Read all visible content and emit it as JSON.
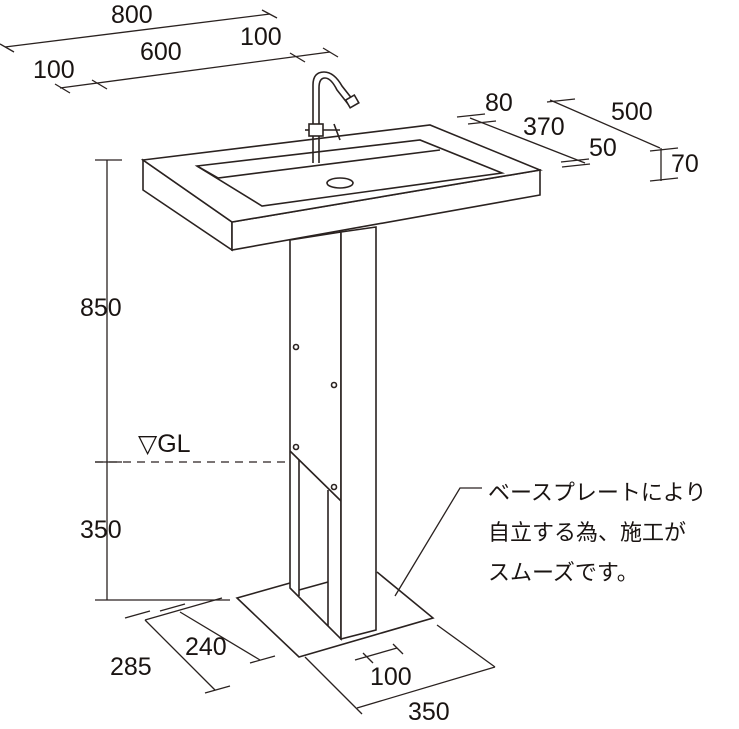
{
  "dimensions": {
    "overall_width": "800",
    "left_margin": "100",
    "basin_width": "600",
    "right_margin": "100",
    "back_rim": "80",
    "basin_depth": "370",
    "front_rim": "50",
    "overall_depth": "500",
    "top_thickness": "70",
    "height_above_gl": "850",
    "ground_label": "▽GL",
    "depth_below_gl": "350",
    "plate_depth": "285",
    "post_depth": "240",
    "post_width": "100",
    "plate_width": "350"
  },
  "note": {
    "lines": [
      "ベースプレートにより",
      "自立する為、施工が",
      "スムーズです。"
    ]
  }
}
